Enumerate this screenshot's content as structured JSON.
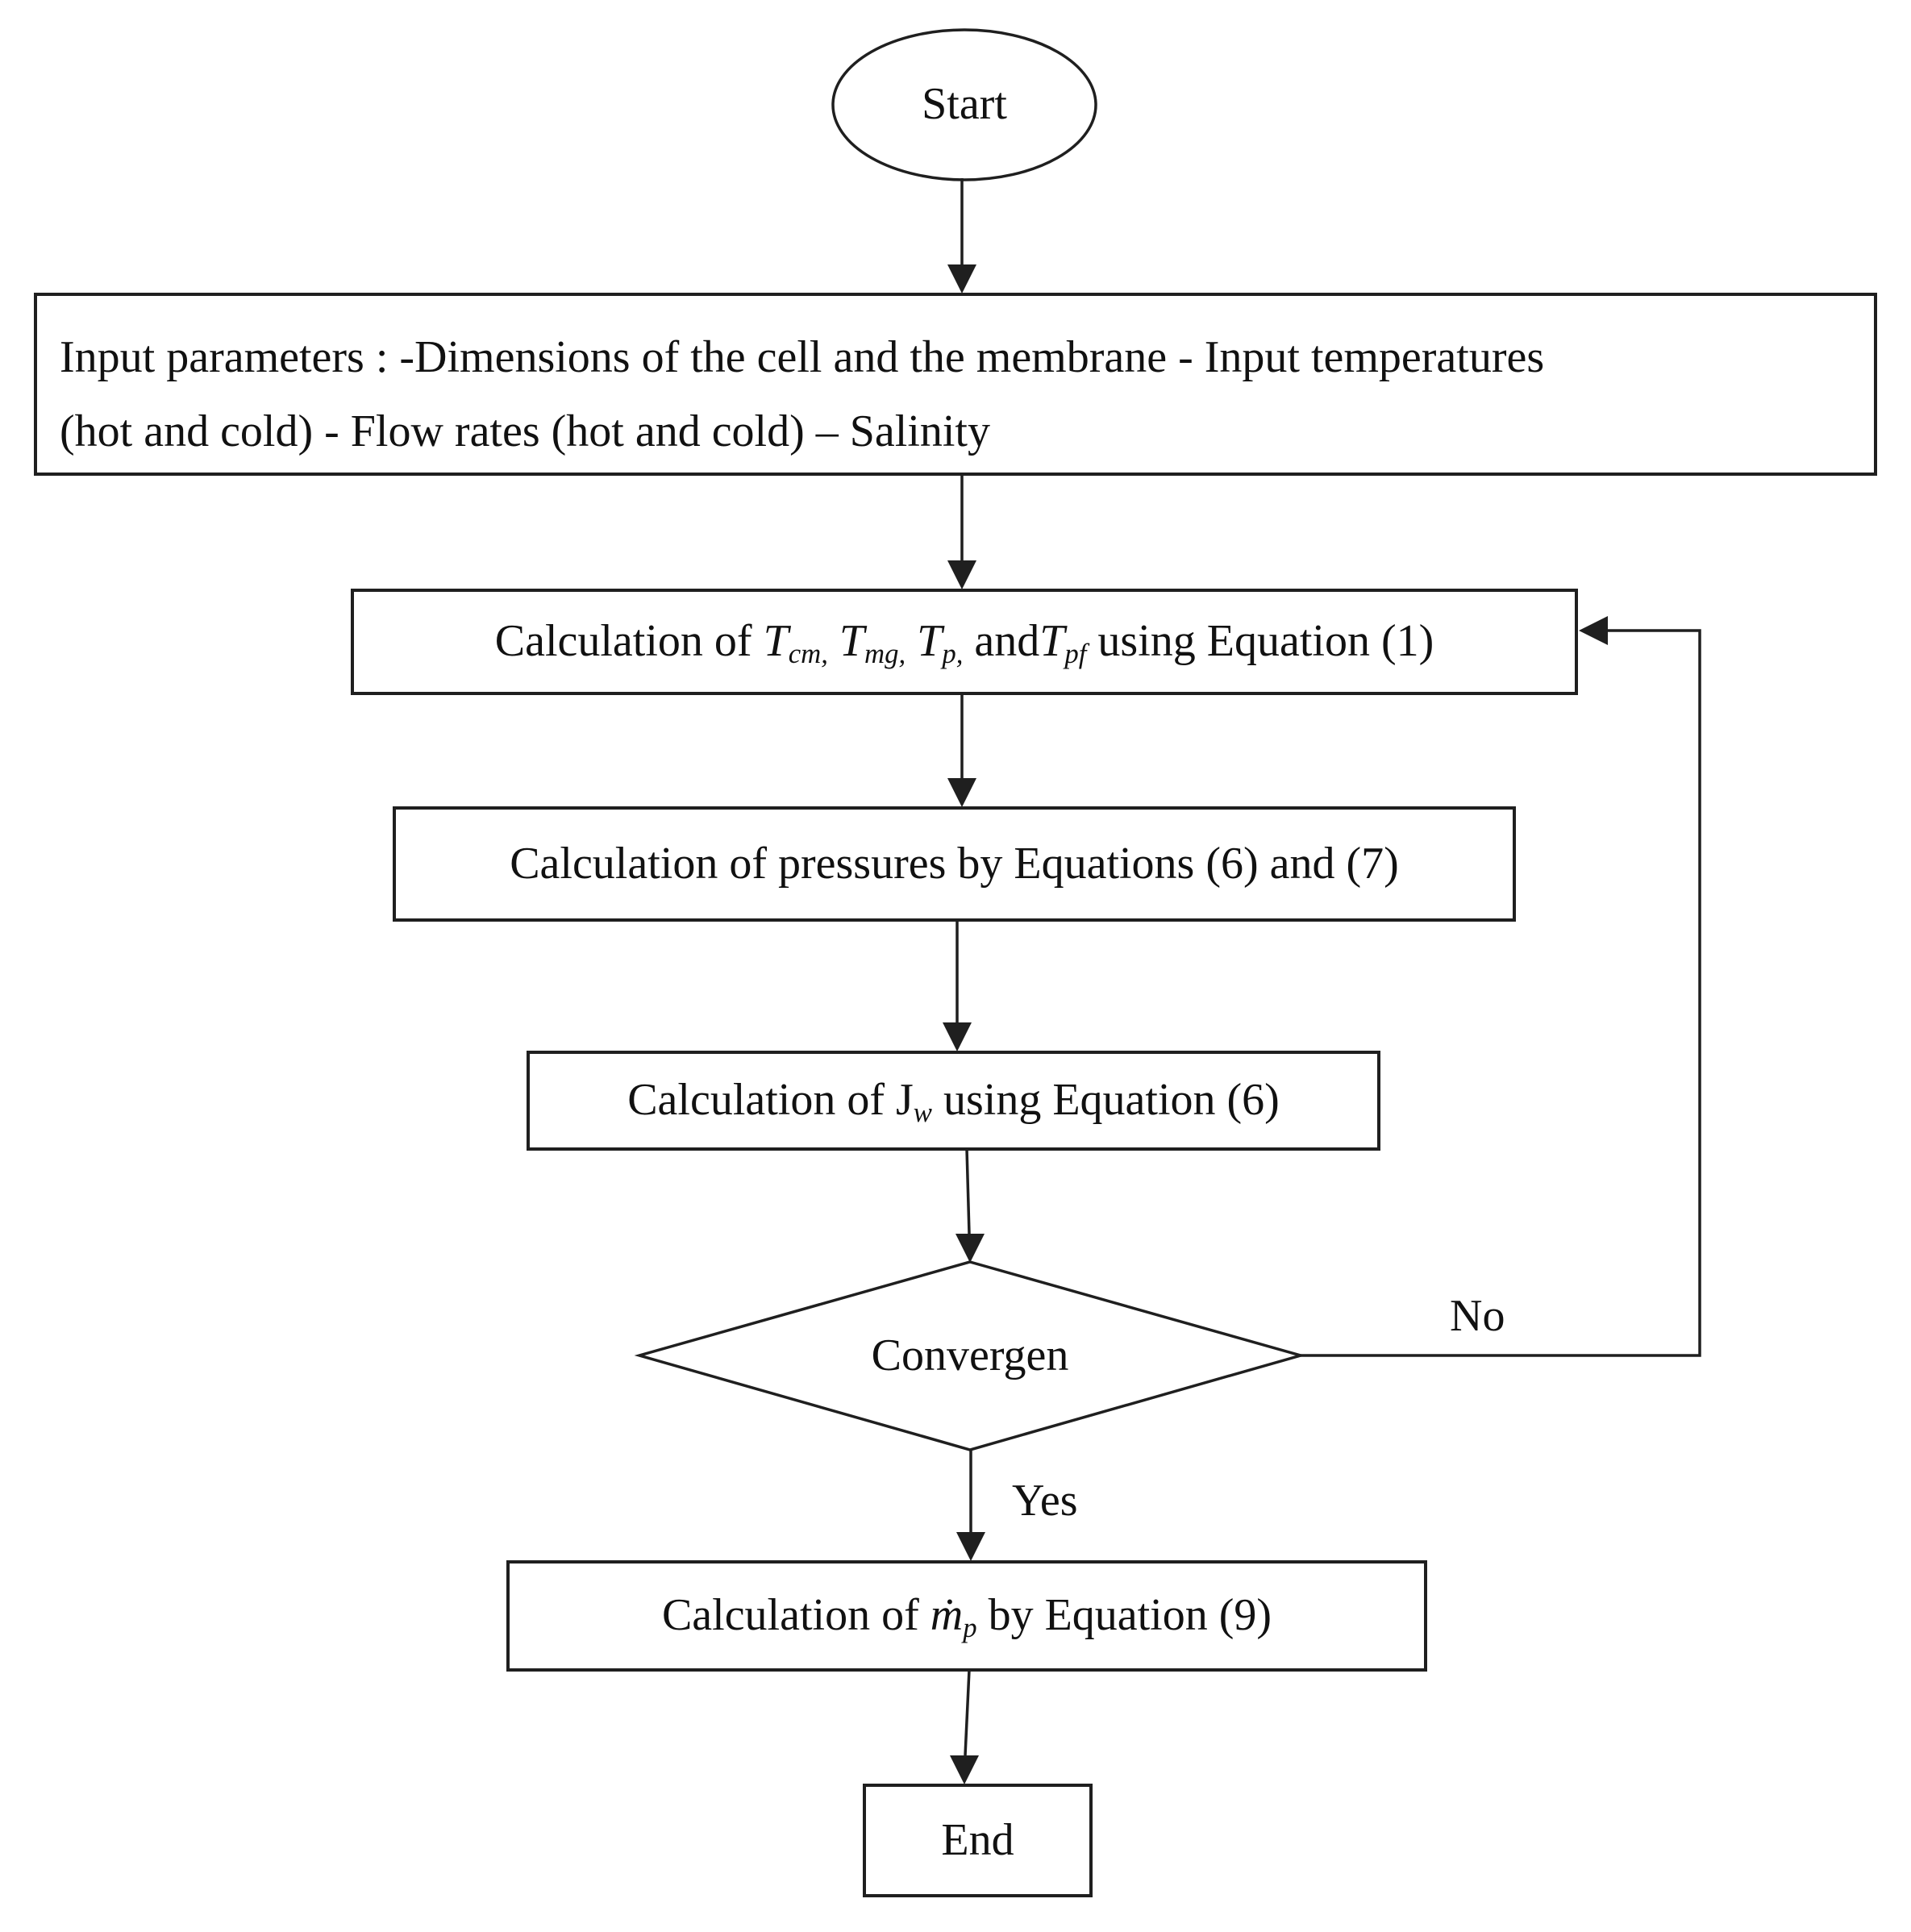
{
  "diagram": {
    "type": "flowchart",
    "colors": {
      "stroke": "#1f1f1f",
      "text": "#111111",
      "background": "#ffffff"
    },
    "nodes": {
      "start": {
        "shape": "ellipse",
        "label": "Start"
      },
      "input": {
        "shape": "rect",
        "lines": [
          "Input parameters : -Dimensions of the cell and the membrane - Input temperatures",
          "(hot and cold) - Flow rates (hot and cold) – Salinity"
        ]
      },
      "calc_temps": {
        "shape": "rect",
        "rich": [
          {
            "t": "Calculation of "
          },
          {
            "t": "T",
            "i": true
          },
          {
            "t": "cm,",
            "i": true,
            "s": true
          },
          {
            "t": " "
          },
          {
            "t": "T",
            "i": true
          },
          {
            "t": "mg,",
            "i": true,
            "s": true
          },
          {
            "t": " "
          },
          {
            "t": "T",
            "i": true
          },
          {
            "t": "p,",
            "i": true,
            "s": true
          },
          {
            "t": " and"
          },
          {
            "t": "T",
            "i": true
          },
          {
            "t": "pf",
            "i": true,
            "s": true
          },
          {
            "t": " using Equation (1)"
          }
        ]
      },
      "calc_pressures": {
        "shape": "rect",
        "label": "Calculation of pressures by Equations (6) and (7)"
      },
      "calc_jw": {
        "shape": "rect",
        "rich": [
          {
            "t": "Calculation of J"
          },
          {
            "t": "w",
            "i": true,
            "s": true
          },
          {
            "t": " using Equation (6)"
          }
        ]
      },
      "convergence": {
        "shape": "diamond",
        "label": "Convergen"
      },
      "calc_mp": {
        "shape": "rect",
        "rich": [
          {
            "t": "Calculation of  "
          },
          {
            "t": "ṁ",
            "i": true
          },
          {
            "t": "p",
            "i": true,
            "s": true
          },
          {
            "t": "  by Equation (9)"
          }
        ]
      },
      "end": {
        "shape": "rect",
        "label": "End"
      }
    },
    "edges": {
      "yes_label": "Yes",
      "no_label": "No"
    }
  }
}
